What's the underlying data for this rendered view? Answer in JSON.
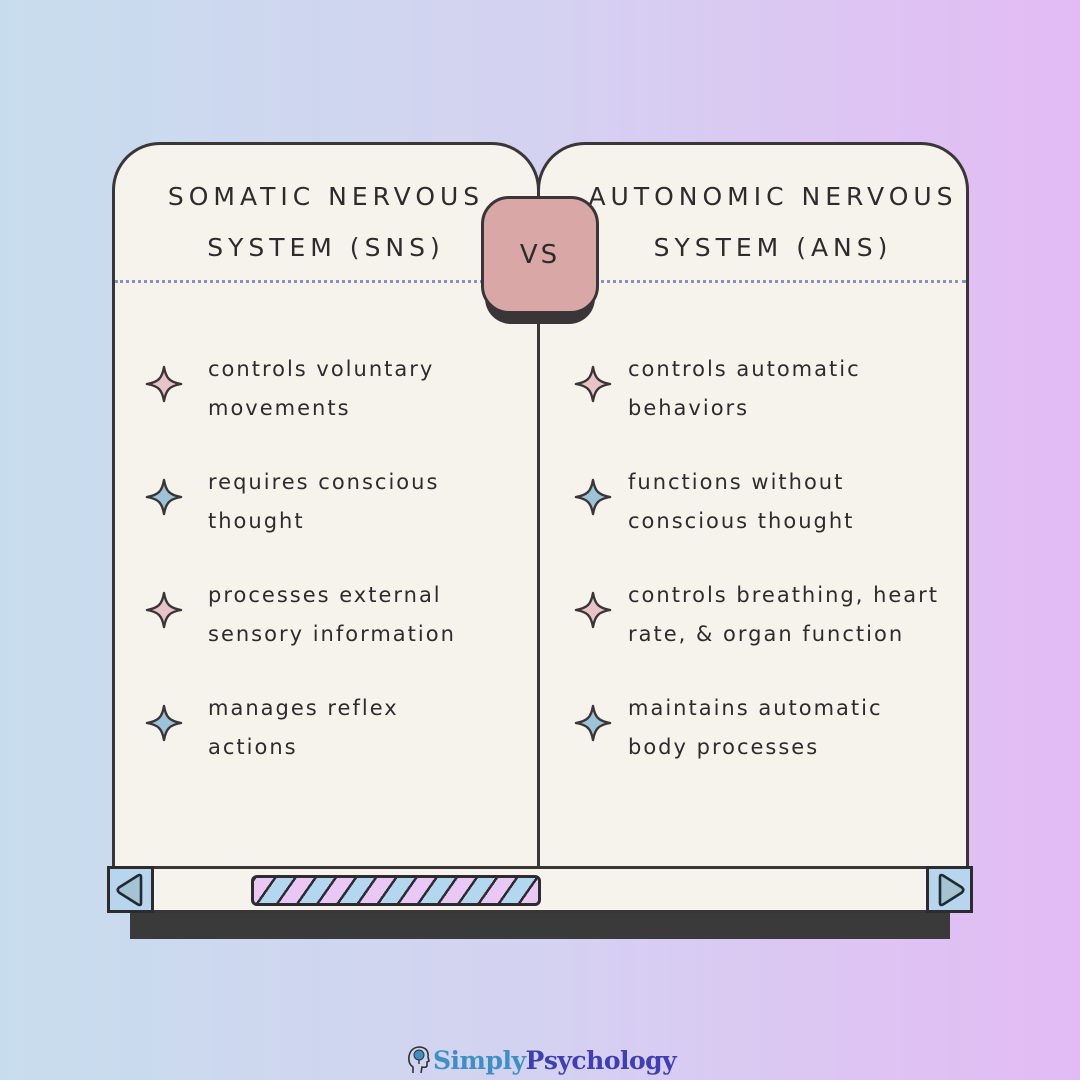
{
  "colors": {
    "background_start": "#c7dded",
    "background_end": "#e3bbf4",
    "panel_bg": "#f6f3ec",
    "outline": "#3a3536",
    "vs_box": "#d8a7a6",
    "star_pink": "#e8c4c9",
    "star_blue": "#9cc3d8",
    "scroll_button": "#b7d6ee",
    "thumb_pink": "#e9c8f5",
    "thumb_blue": "#b3d7ef",
    "dotted_line": "#8b8ec0"
  },
  "left_panel": {
    "title": "Somatic Nervous\nSystem (SNS)",
    "items": [
      {
        "icon": "sparkle-star-icon",
        "color": "pink",
        "text": "controls voluntary\nmovements"
      },
      {
        "icon": "sparkle-star-icon",
        "color": "blue",
        "text": "requires conscious\nthought"
      },
      {
        "icon": "sparkle-star-icon",
        "color": "pink",
        "text": "processes external\nsensory information"
      },
      {
        "icon": "sparkle-star-icon",
        "color": "blue",
        "text": "manages reflex\nactions"
      }
    ]
  },
  "vs_label": "VS",
  "right_panel": {
    "title": "Autonomic Nervous\nSystem (ANS)",
    "items": [
      {
        "icon": "sparkle-star-icon",
        "color": "pink",
        "text": "controls automatic\nbehaviors"
      },
      {
        "icon": "sparkle-star-icon",
        "color": "blue",
        "text": "functions without\nconscious thought"
      },
      {
        "icon": "sparkle-star-icon",
        "color": "pink",
        "text": "controls breathing, heart\nrate, & organ function"
      },
      {
        "icon": "sparkle-star-icon",
        "color": "blue",
        "text": "maintains automatic\nbody processes"
      }
    ]
  },
  "scrollbar": {
    "left_icon": "triangle-left-icon",
    "right_icon": "triangle-right-icon"
  },
  "logo": {
    "icon": "head-brain-icon",
    "part1": "Simply",
    "part2": "Psychology"
  }
}
